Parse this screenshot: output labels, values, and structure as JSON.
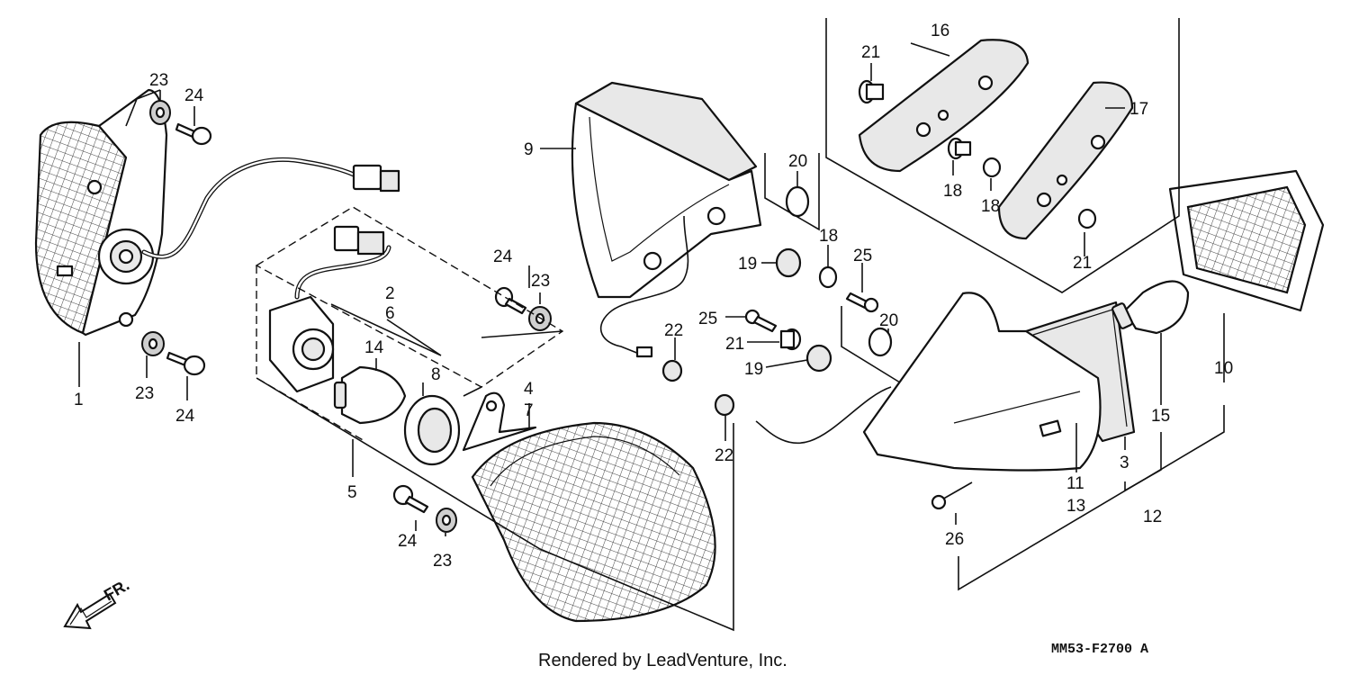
{
  "diagram": {
    "callouts": [
      "1",
      "2",
      "3",
      "4",
      "5",
      "6",
      "7",
      "8",
      "9",
      "10",
      "11",
      "12",
      "13",
      "14",
      "15",
      "16",
      "17",
      "18",
      "19",
      "20",
      "21",
      "22",
      "23",
      "24",
      "25",
      "26"
    ],
    "direction_label": "FR.",
    "footer": "Rendered by LeadVenture, Inc.",
    "diagram_code": "MM53-F2700 A"
  }
}
